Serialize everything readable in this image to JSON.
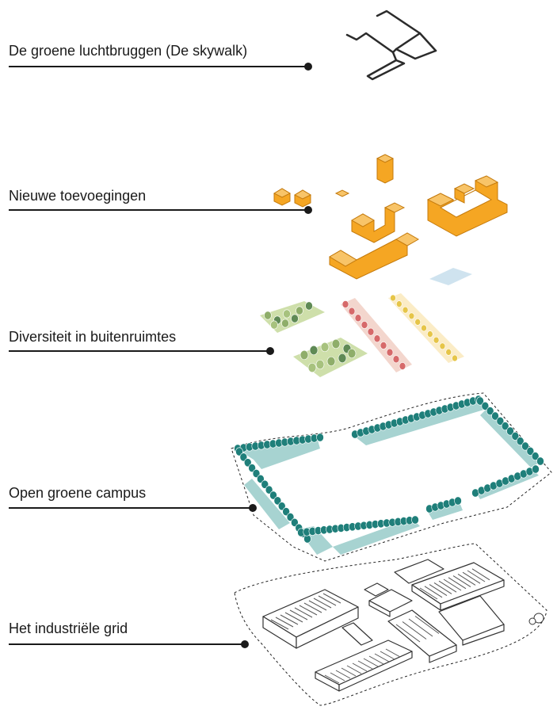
{
  "layers": [
    {
      "label": "De groene luchtbruggen (De skywalk)"
    },
    {
      "label": "Nieuwe toevoegingen"
    },
    {
      "label": "Diversiteit in buitenruimtes"
    },
    {
      "label": "Open groene campus"
    },
    {
      "label": "Het industriële grid"
    }
  ],
  "colors": {
    "text": "#1a1a1a",
    "skywalk": "#2b2b2b",
    "additions": "#f5a623",
    "additions_dark": "#d98a12",
    "outdoor_green": "#b8cf8a",
    "outdoor_red": "#e8b4a6",
    "outdoor_yellow": "#f6e2a8",
    "campus_teal": "#1f7f7a",
    "campus_fill": "#a7d3d1",
    "grid_line": "#333333"
  }
}
